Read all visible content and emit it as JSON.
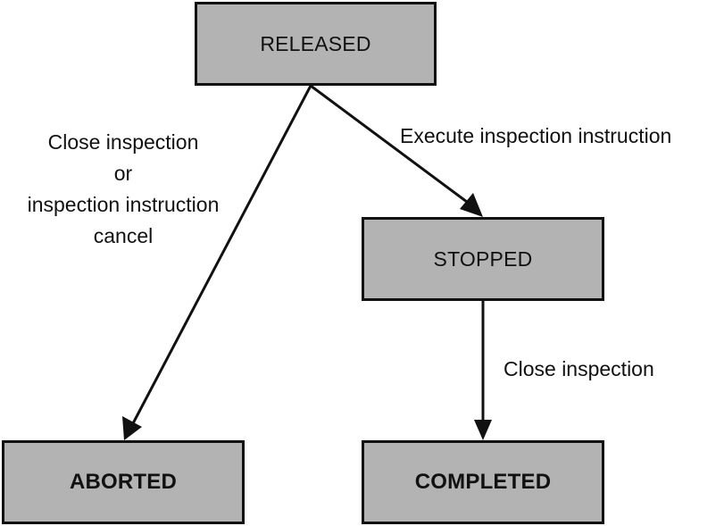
{
  "diagram": {
    "states": {
      "released": "RELEASED",
      "stopped": "STOPPED",
      "aborted": "ABORTED",
      "completed": "COMPLETED"
    },
    "transitions": {
      "released_to_aborted": {
        "line1": "Close inspection",
        "line2": "or",
        "line3": "inspection instruction",
        "line4": "cancel"
      },
      "released_to_stopped": "Execute inspection instruction",
      "stopped_to_completed": "Close inspection"
    },
    "colors": {
      "state_fill": "#b3b3b3",
      "stroke": "#111111",
      "background": "#ffffff"
    }
  }
}
